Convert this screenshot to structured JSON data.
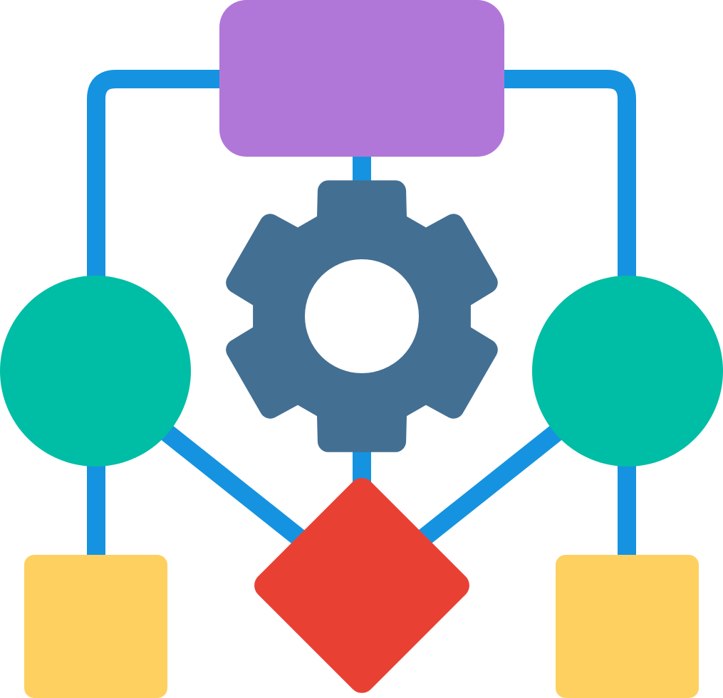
{
  "diagram": {
    "icon": "workflow-icon",
    "colors": {
      "connector": "#1593E0",
      "process_box": "#B077D8",
      "gear": "#436F93",
      "gear_hole": "#FFFFFF",
      "node_circle": "#00BDA5",
      "terminal_box": "#FDD060",
      "decision_diamond": "#E94034",
      "background": "#FFFFFF"
    },
    "nodes": [
      {
        "id": "top-process",
        "shape": "rounded-rectangle",
        "color_key": "process_box"
      },
      {
        "id": "center-gear",
        "shape": "gear",
        "color_key": "gear"
      },
      {
        "id": "left-node",
        "shape": "circle",
        "color_key": "node_circle"
      },
      {
        "id": "right-node",
        "shape": "circle",
        "color_key": "node_circle"
      },
      {
        "id": "left-terminal",
        "shape": "rounded-square",
        "color_key": "terminal_box"
      },
      {
        "id": "right-terminal",
        "shape": "rounded-square",
        "color_key": "terminal_box"
      },
      {
        "id": "decision",
        "shape": "diamond",
        "color_key": "decision_diamond"
      }
    ],
    "edges": [
      {
        "from": "top-process",
        "to": "left-node"
      },
      {
        "from": "top-process",
        "to": "right-node"
      },
      {
        "from": "top-process",
        "to": "center-gear"
      },
      {
        "from": "center-gear",
        "to": "decision"
      },
      {
        "from": "left-node",
        "to": "decision"
      },
      {
        "from": "right-node",
        "to": "decision"
      },
      {
        "from": "left-node",
        "to": "left-terminal"
      },
      {
        "from": "right-node",
        "to": "right-terminal"
      }
    ]
  }
}
